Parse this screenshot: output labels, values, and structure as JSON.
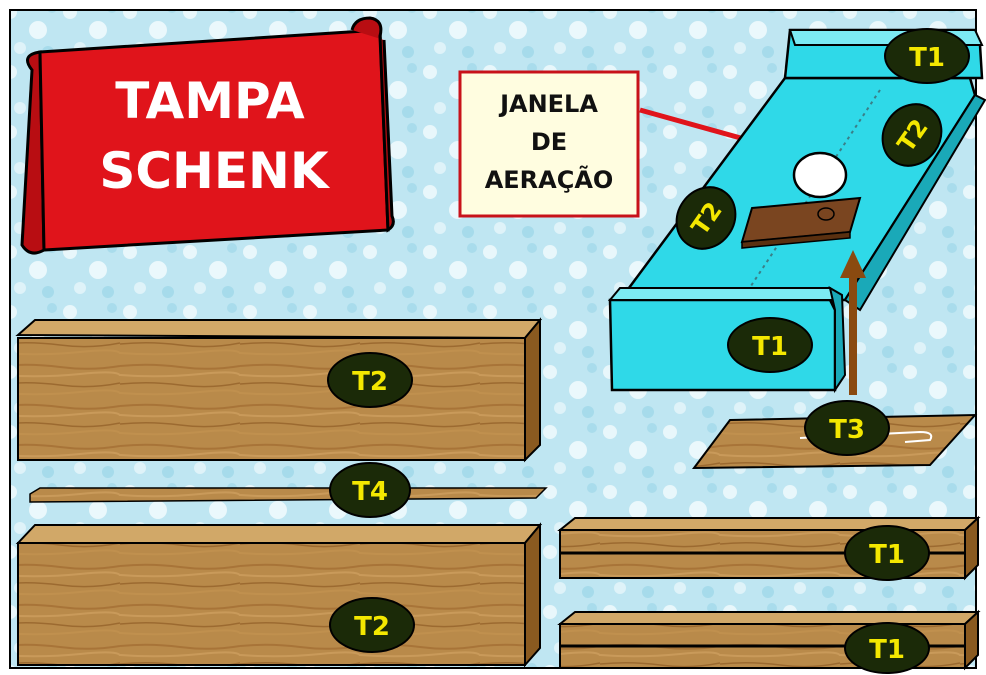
{
  "title": {
    "line1": "TAMPA",
    "line2": "SCHENK"
  },
  "callout": {
    "line1": "JANELA",
    "line2": "DE",
    "line3": "AERAÇÃO"
  },
  "labels": {
    "t1": "T1",
    "t2": "T2",
    "t3": "T3",
    "t4": "T4"
  },
  "colors": {
    "background": "#c6eaf4",
    "banner_red": "#e0141b",
    "wood": "#b88746",
    "cyan_assembly": "#2fd9e8",
    "label_oval": "#1b2a08",
    "label_text": "#f4e800",
    "arrow_red": "#e0141b",
    "arrow_brown": "#8a4a10"
  }
}
